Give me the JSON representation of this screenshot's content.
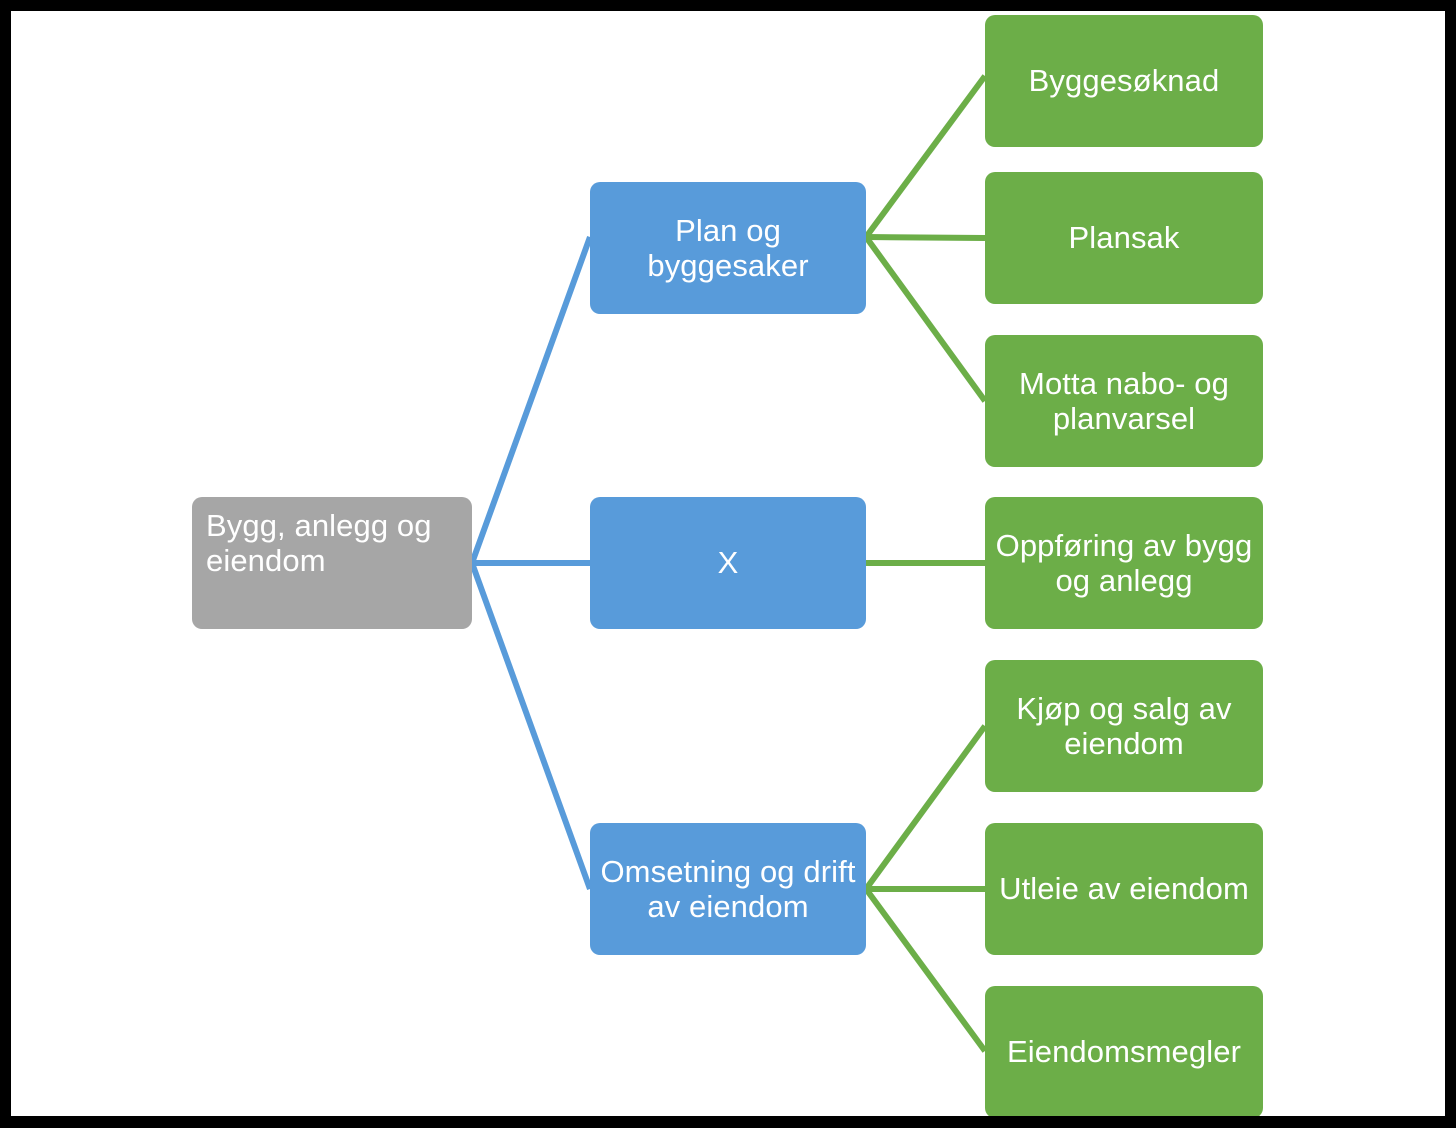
{
  "diagram": {
    "type": "tree",
    "title": "Bygg, anlegg og eiendom",
    "orientation": "left-to-right",
    "colors": {
      "root": "#a6a6a6",
      "branch": "#589bda",
      "leaf": "#6cae48",
      "frame": "#000000",
      "page": "#ffffff",
      "text": "#ffffff"
    }
  },
  "root": {
    "label": " Bygg, anlegg og eiendom",
    "level": "root"
  },
  "branches": [
    {
      "id": "plan-og-byggesaker",
      "label": "Plan og byggesaker",
      "level": "branch",
      "leaves": [
        {
          "id": "byggesoknad",
          "label": "Byggesøknad"
        },
        {
          "id": "plansak",
          "label": "Plansak"
        },
        {
          "id": "motta-nabo-og-planvarsel",
          "label": "Motta nabo- og planvarsel"
        }
      ]
    },
    {
      "id": "x",
      "label": "X",
      "level": "branch",
      "leaves": [
        {
          "id": "oppforing-av-bygg-og-anlegg",
          "label": "Oppføring av bygg og anlegg"
        }
      ]
    },
    {
      "id": "omsetning-og-drift-av-eiendom",
      "label": "Omsetning og drift av eiendom",
      "level": "branch",
      "leaves": [
        {
          "id": "kjop-og-salg-av-eiendom",
          "label": "Kjøp og salg av eiendom"
        },
        {
          "id": "utleie-av-eiendom",
          "label": "Utleie av eiendom"
        },
        {
          "id": "eiendomsmegler",
          "label": "Eiendomsmegler"
        }
      ]
    }
  ]
}
